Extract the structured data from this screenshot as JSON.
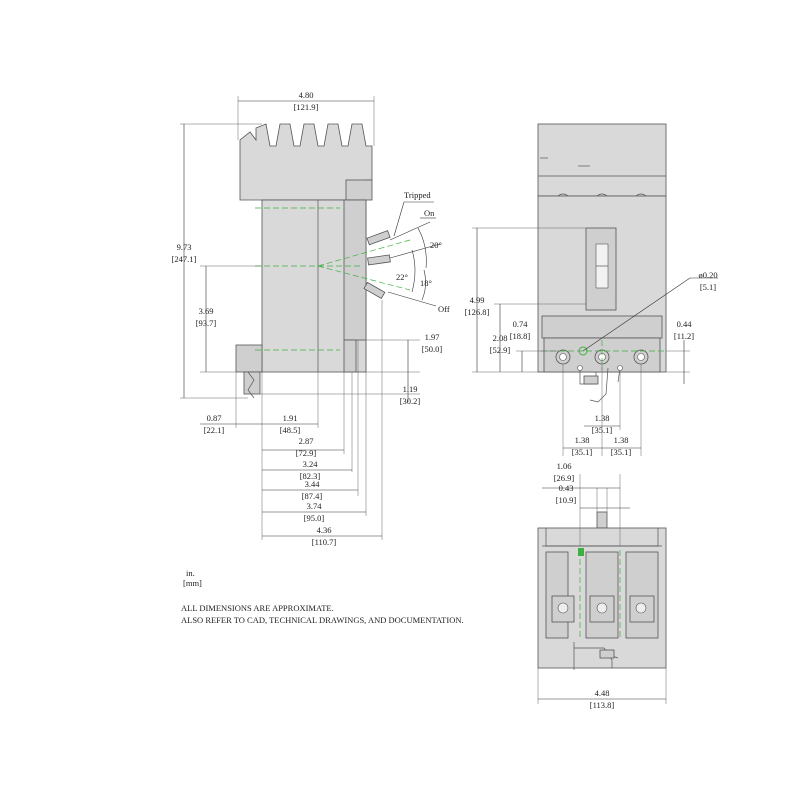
{
  "side_view": {
    "overall_width": {
      "in": "4.80",
      "mm": "[121.9]"
    },
    "overall_height": {
      "in": "9.73",
      "mm": "[247.1]"
    },
    "handle_center_height": {
      "in": "3.69",
      "mm": "[93.7]"
    },
    "lower_height": {
      "in": "1.97",
      "mm": "[50.0]"
    },
    "bottom_offset": {
      "in": "1.19",
      "mm": "[30.2]"
    },
    "rear_offset": {
      "in": "0.87",
      "mm": "[22.1]"
    },
    "depths": [
      {
        "in": "1.91",
        "mm": "[48.5]"
      },
      {
        "in": "2.87",
        "mm": "[72.9]"
      },
      {
        "in": "3.24",
        "mm": "[82.3]"
      },
      {
        "in": "3.44",
        "mm": "[87.4]"
      },
      {
        "in": "3.74",
        "mm": "[95.0]"
      },
      {
        "in": "4.36",
        "mm": "[110.7]"
      }
    ],
    "handle_positions": {
      "tripped": "Tripped",
      "on": "On",
      "off": "Off"
    },
    "angles": {
      "on_angle": "20°",
      "travel_angle": "22°",
      "off_angle": "18°"
    }
  },
  "front_view": {
    "handle_height": {
      "in": "4.99",
      "mm": "[126.8]"
    },
    "center_offset": {
      "in": "0.74",
      "mm": "[18.8]"
    },
    "center_height": {
      "in": "2.08",
      "mm": "[52.9]"
    },
    "hole_diameter": {
      "in": "ø0.20",
      "mm": "[5.1]"
    },
    "right_offset": {
      "in": "0.44",
      "mm": "[11.2]"
    },
    "pole_spacing_center": {
      "in": "1.38",
      "mm": "[35.1]"
    },
    "pole_spacing_left": {
      "in": "1.38",
      "mm": "[35.1]"
    },
    "pole_spacing_right": {
      "in": "1.38",
      "mm": "[35.1]"
    }
  },
  "bottom_view": {
    "stud_offset": {
      "in": "1.06",
      "mm": "[26.9]"
    },
    "stud_width": {
      "in": "0.43",
      "mm": "[10.9]"
    },
    "overall_width": {
      "in": "4.48",
      "mm": "[113.8]"
    }
  },
  "legend": {
    "unit_in": "in.",
    "unit_mm": "[mm]"
  },
  "notes": {
    "line1": "ALL DIMENSIONS ARE APPROXIMATE.",
    "line2": "ALSO REFER TO CAD, TECHNICAL DRAWINGS, AND DOCUMENTATION."
  },
  "colors": {
    "body_fill": "#d9d9d9",
    "outline": "#555555",
    "centerline": "#3fb03f"
  }
}
